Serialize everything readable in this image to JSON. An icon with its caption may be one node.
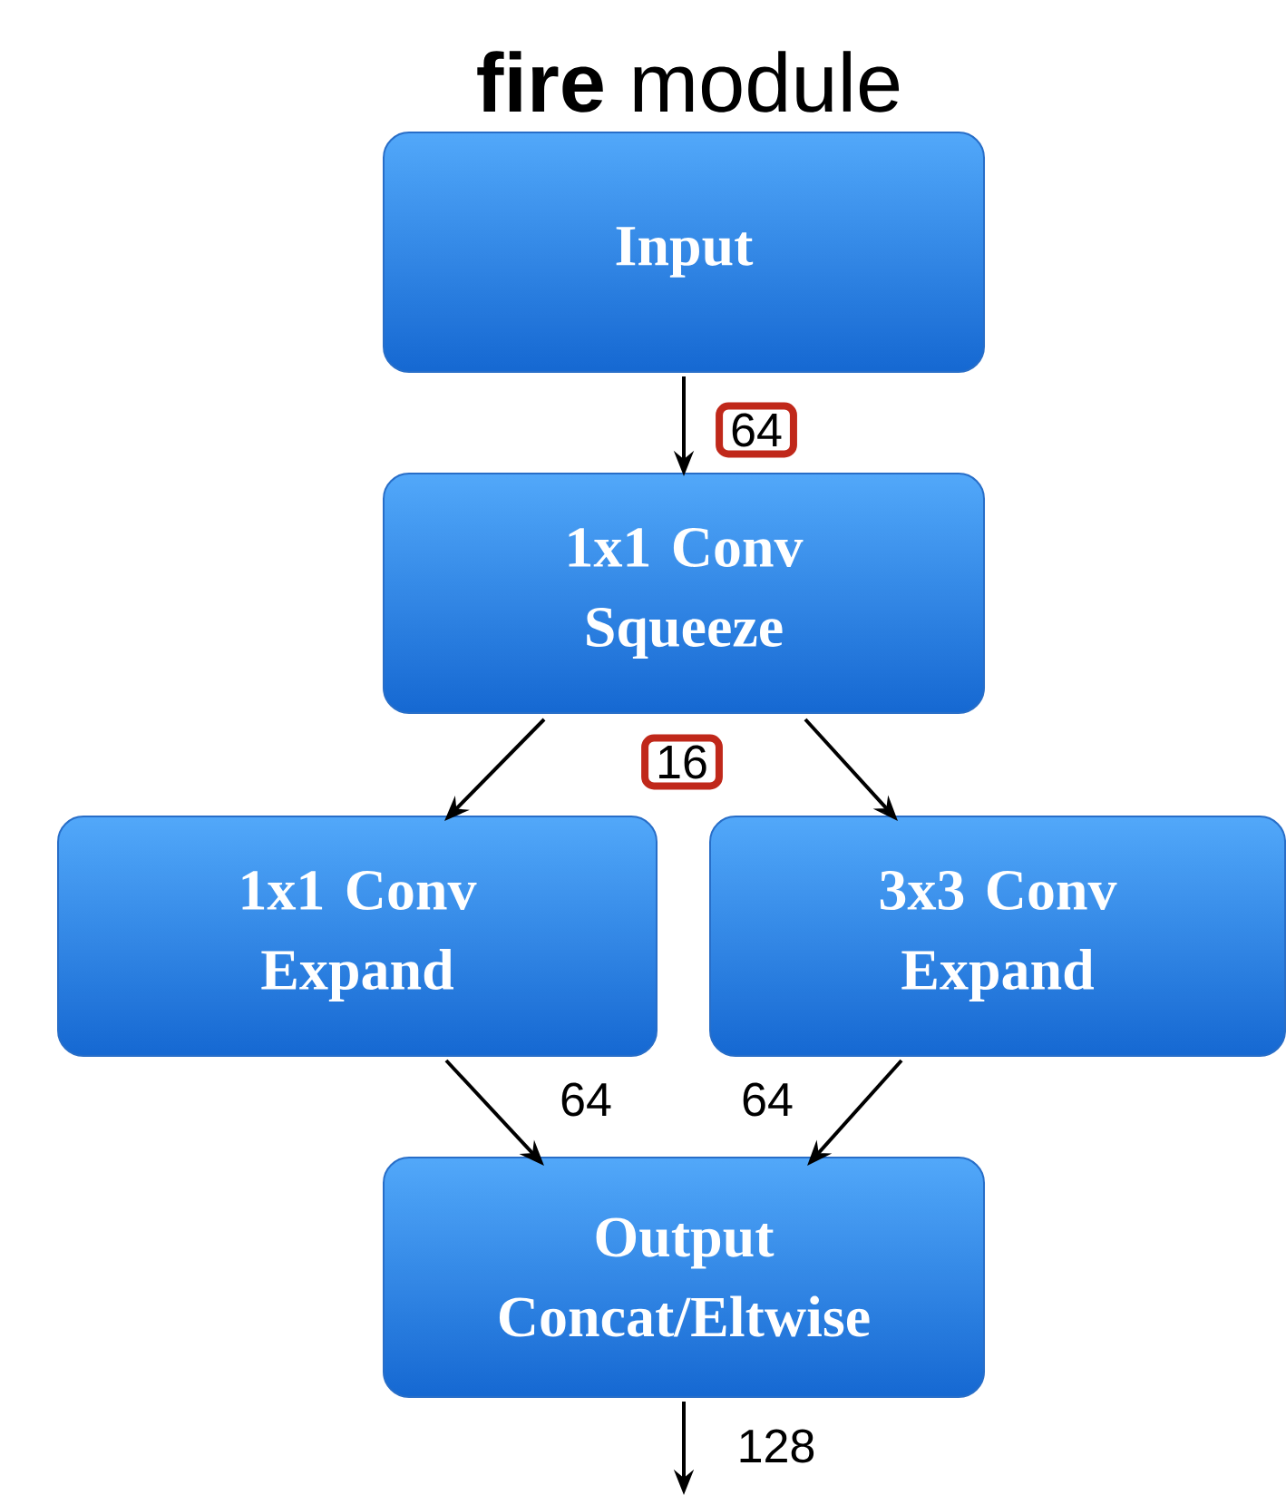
{
  "diagram": {
    "title": "**fire** module",
    "nodes": [
      {
        "text": [
          "Input"
        ]
      },
      {
        "text": [
          "1x1 Conv Squeeze"
        ]
      },
      {
        "text": [
          "1x1 Conv Expand"
        ]
      },
      {
        "text": [
          "3x3 Conv Expand"
        ]
      },
      {
        "text": [
          "Output Concat/Eltwise"
        ]
      }
    ],
    "edges": [
      {
        "from": 0,
        "to": 1,
        "arrow": "to",
        "label": "64"
      },
      {
        "from": 1,
        "to": 2,
        "arrow": "to"
      },
      {
        "from": 1,
        "to": 3,
        "arrow": "to"
      },
      {
        "from": 2,
        "to": 4,
        "arrow": "to",
        "label": "64"
      },
      {
        "from": 3,
        "to": 4,
        "arrow": "to",
        "label": "64"
      },
      {
        "from": 4,
        "to": null,
        "arrow": "to",
        "label": "128"
      }
    ],
    "labels": [
      "16"
    ]
  }
}
